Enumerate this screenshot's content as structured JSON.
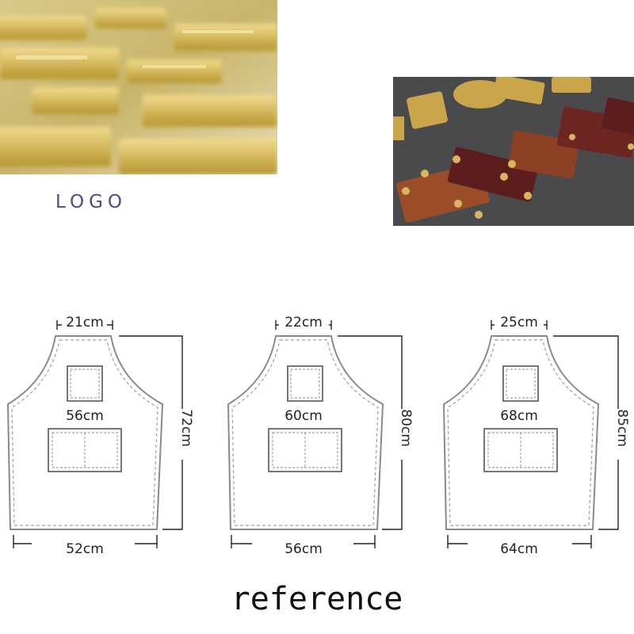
{
  "logo_label": "LOGO",
  "reference_label": "reference",
  "colors": {
    "outline": "#8a8a8a",
    "stitch": "#9aa0b4",
    "dimension": "#222222",
    "logo_text": "#4b4b86"
  },
  "aprons": [
    {
      "neck": "21cm",
      "chest": "56cm",
      "length": "72cm",
      "hem": "52cm"
    },
    {
      "neck": "22cm",
      "chest": "60cm",
      "length": "80cm",
      "hem": "56cm"
    },
    {
      "neck": "25cm",
      "chest": "68cm",
      "length": "85cm",
      "hem": "64cm"
    }
  ]
}
